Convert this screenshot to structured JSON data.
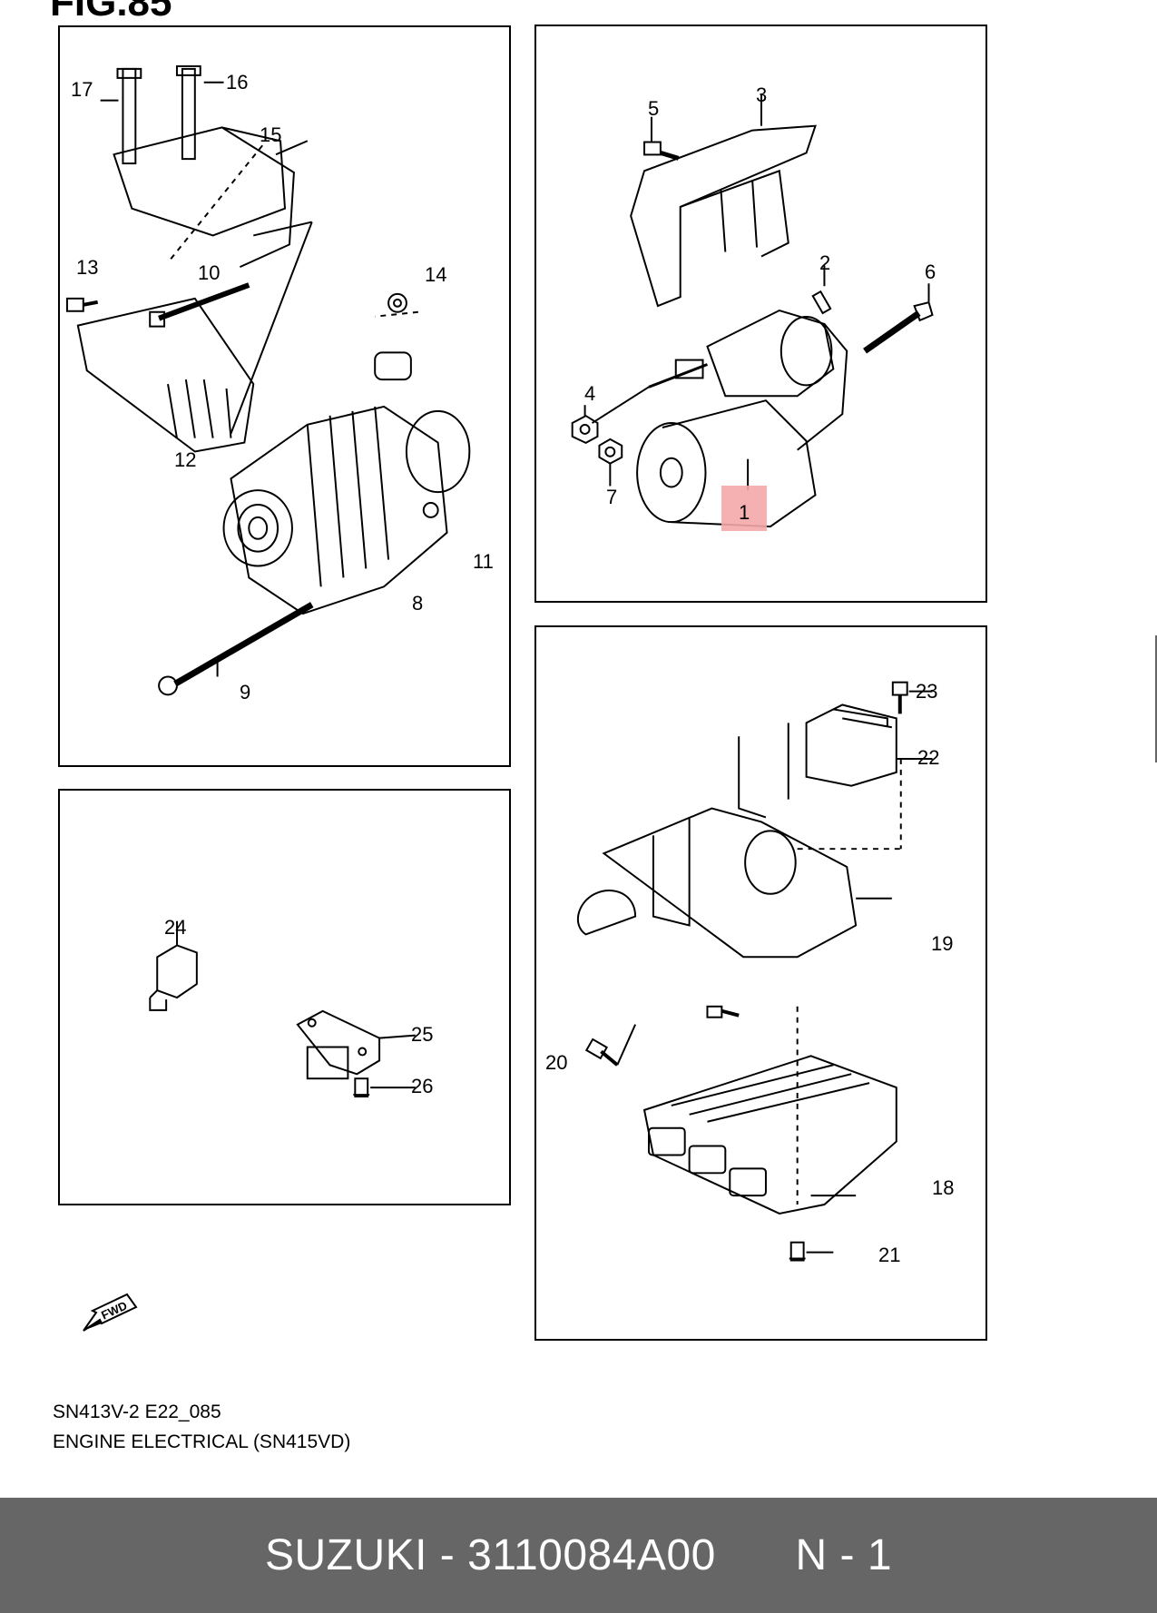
{
  "figure_title": "FIG.85",
  "panels": {
    "alternator": {
      "callouts": [
        "17",
        "16",
        "15",
        "13",
        "10",
        "14",
        "12",
        "11",
        "8",
        "9"
      ]
    },
    "starter": {
      "callouts": [
        "5",
        "3",
        "2",
        "6",
        "4",
        "7",
        "1"
      ],
      "highlighted_callout": "1"
    },
    "relay": {
      "callouts": [
        "24",
        "25",
        "26"
      ]
    },
    "ecm": {
      "callouts": [
        "23",
        "22",
        "19",
        "20",
        "18",
        "21"
      ]
    }
  },
  "fwd_arrow": "FWD",
  "reference": {
    "code": "SN413V-2 E22_085",
    "section": "ENGINE ELECTRICAL (SN415VD)"
  },
  "footer": {
    "brand_part": "SUZUKI - 3110084A00",
    "quantity": "N - 1"
  },
  "colors": {
    "highlight": "#f4a9a9",
    "footer_bg": "#666666",
    "footer_text": "#ffffff"
  }
}
